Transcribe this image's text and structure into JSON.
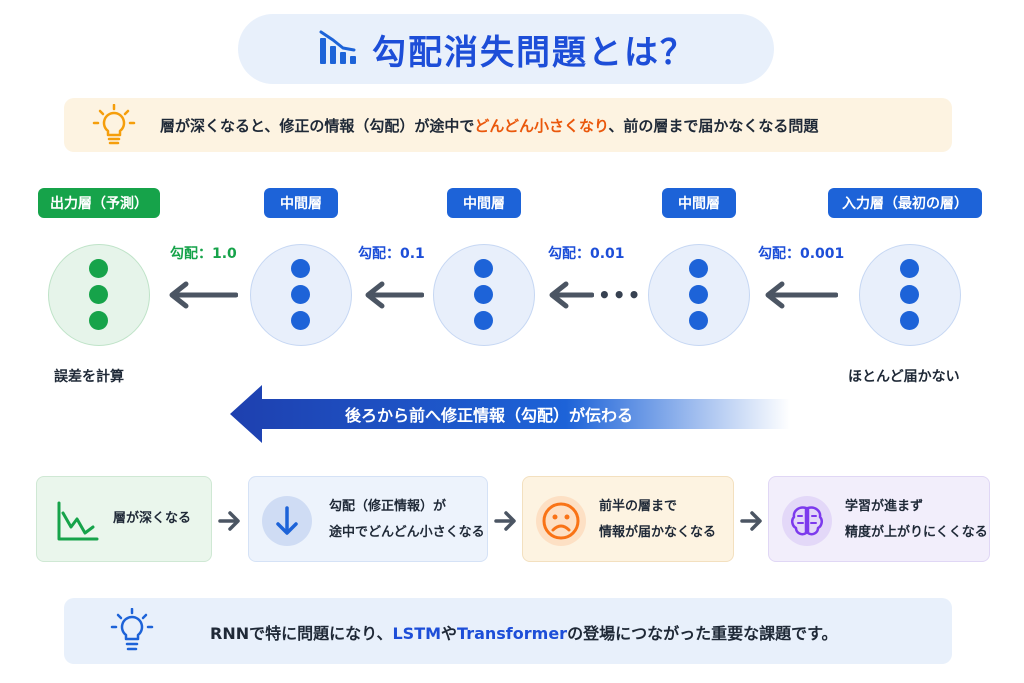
{
  "title": {
    "text": "勾配消失問題とは？",
    "icon": "bar-chart-icon"
  },
  "definition": {
    "icon": "lightbulb-icon",
    "part1": "層が深くなると、修正の情報（勾配）が途中で",
    "highlight": "どんどん小さくなり",
    "part2": "、前の層まで届かなくなる問題"
  },
  "layers": [
    {
      "badge": "出力層（予測）",
      "gradient": "勾配：1.0",
      "caption": "誤差を計算",
      "color": "green"
    },
    {
      "badge": "中間層",
      "gradient": "勾配：0.1",
      "color": "blue"
    },
    {
      "badge": "中間層",
      "gradient": "勾配：0.01",
      "color": "blue"
    },
    {
      "badge": "中間層",
      "gradient": "勾配：0.001",
      "color": "blue"
    },
    {
      "badge": "入力層（最初の層）",
      "caption": "ほとんど届かない",
      "color": "blue"
    }
  ],
  "ellipsis": "•••",
  "backprop_label": "後ろから前へ修正情報（勾配）が伝わる",
  "steps": [
    {
      "icon": "declining-line-chart-icon",
      "lines": [
        "層が深くなる"
      ]
    },
    {
      "icon": "down-arrow-icon",
      "lines": [
        "勾配（修正情報）が",
        "途中でどんどん小さくなる"
      ]
    },
    {
      "icon": "sad-face-icon",
      "lines": [
        "前半の層まで",
        "情報が届かなくなる"
      ]
    },
    {
      "icon": "brain-icon",
      "lines": [
        "学習が進まず",
        "精度が上がりにくくなる"
      ]
    }
  ],
  "note": {
    "icon": "lightbulb-icon",
    "part1": "RNNで特に問題になり、",
    "hl1": "LSTM",
    "part2": "や",
    "hl2": "Transformer",
    "part3": "の登場につながった重要な課題です。"
  },
  "colors": {
    "accent_blue": "#1d63d8",
    "accent_green": "#16a34a",
    "highlight_orange": "#ea580c",
    "sad_face_orange": "#f97316",
    "brain_purple": "#7c3aed"
  }
}
